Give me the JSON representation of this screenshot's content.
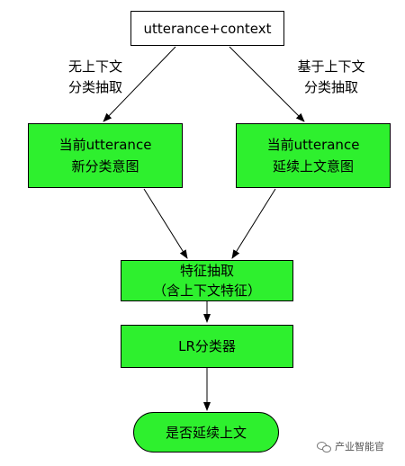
{
  "nodes": {
    "input": {
      "lines": [
        "utterance+context"
      ]
    },
    "new_intent": {
      "lines": [
        "当前utterance",
        "新分类意图"
      ]
    },
    "continue_intent": {
      "lines": [
        "当前utterance",
        "延续上文意图"
      ]
    },
    "feature": {
      "lines": [
        "特征抽取",
        "（含上下文特征）"
      ]
    },
    "classifier": {
      "lines": [
        "LR分类器"
      ]
    },
    "decision": {
      "lines": [
        "是否延续上文"
      ]
    }
  },
  "edge_labels": {
    "left": [
      "无上下文",
      "分类抽取"
    ],
    "right": [
      "基于上下文",
      "分类抽取"
    ]
  },
  "watermark": {
    "text": "产业智能官"
  },
  "colors": {
    "node_fill": "#2ef02e",
    "stroke": "#000000",
    "background": "#ffffff"
  }
}
